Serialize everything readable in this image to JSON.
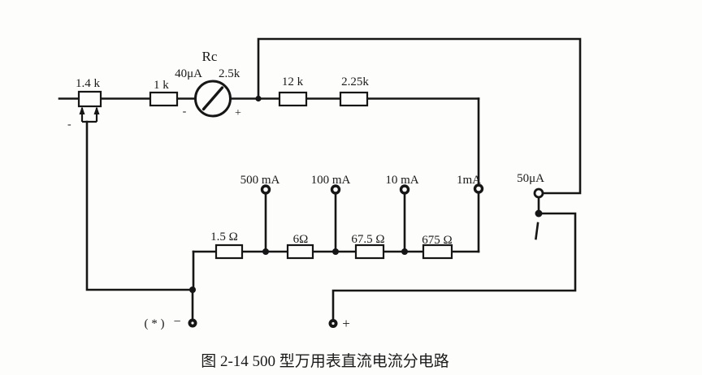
{
  "figure": {
    "caption": "图 2-14   500 型万用表直流电流分电路"
  },
  "meter": {
    "label": "Rc",
    "sensitivity": "40μA",
    "resistance": "2.5k",
    "minus_mark": "-",
    "plus_mark": "+"
  },
  "resistors": {
    "zero_adjust_pot": "1.4 k",
    "pot_tap_mark": "-",
    "r_1k": "1 k",
    "r_12k": "12 k",
    "r_2_25k": "2.25k",
    "shunt_1_5": "1.5 Ω",
    "shunt_6": "6Ω",
    "shunt_67_5": "67.5 Ω",
    "shunt_675": "675 Ω"
  },
  "terminals": {
    "t_500ma": "500 mA",
    "t_100ma": "100 mA",
    "t_10ma": "10 mA",
    "t_1ma": "1mA",
    "t_50ua": "50μA",
    "common_star": "( * )",
    "common_minus": "−",
    "plus": "+"
  },
  "colors": {
    "ink": "#161616",
    "paper": "#fdfdfb"
  }
}
